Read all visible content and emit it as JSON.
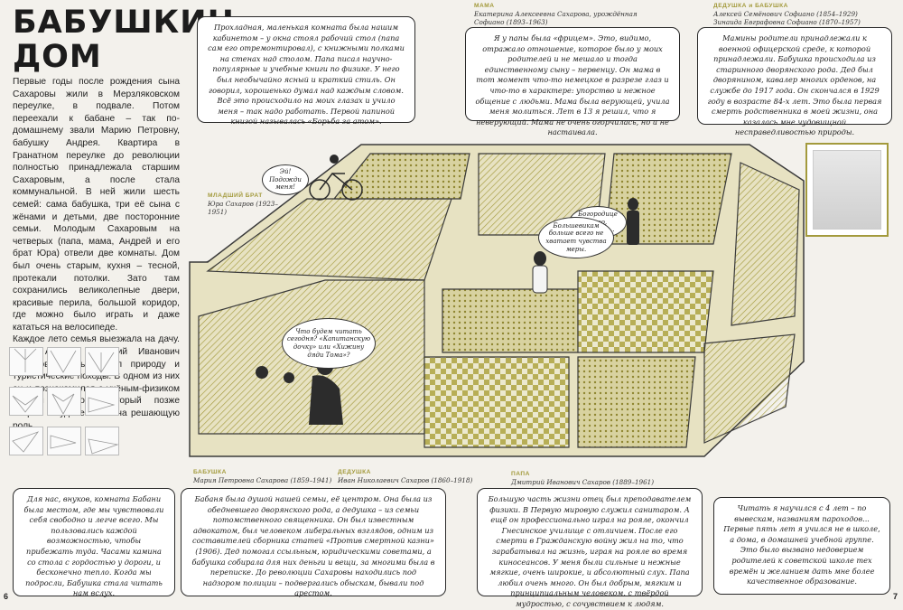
{
  "title": "БАБУШКИН ДОМ",
  "intro": [
    "Первые годы после рождения сына Сахаровы жили в Мерзляковском переулке, в подвале. Потом переехали к бабане – так по-домашнему звали Марию Петровну, бабушку Андрея. Квартира в Гранатном переулке до революции полностью принадлежала старшим Сахаровым, а после стала коммунальной. В ней жили шесть семей: сама бабушка, три её сына с жёнами и детьми, две посторонние семьи. Молодым Сахаровым на четверых (папа, мама, Андрей и его брат Юра) отвели две комнаты. Дом был очень старым, кухня – тесной, протекали потолки. Зато там сохранились великолепные двери, красивые перила, большой коридор, где можно было играть и даже кататься на велосипеде.",
    "Каждое лето семья выезжала на дачу. Отец Андрея, Дмитрий Иванович Сахаров, очень любил природу и туристические походы. В одном из них он и познакомился с учёным-физиком Игорем Таммом, который позже сыграл в судьбе его сына решающую роль."
  ],
  "top_boxes": {
    "room": "Прохладная, маленькая комната была нашим кабинетом – у окна стоял рабочий стол (папа сам его отремонтировал), с книжными полками на стенах над столом. Папа писал научно-популярные и учебные книги по физике. У него был необычайно ясный и краткий стиль. Он говорил, хорошенько думал над каждым словом. Всё это происходило на моих глазах и учило меня – так надо работать. Первой папиной книгой называлась «Борьба за атом».",
    "mama": "Я у папы была «фрицем». Это, видимо, отражало отношение, которое было у моих родителей и не мешало и тогда единственному сыну – первенцу. Он мама в тот момент что-то немецкое в разрезе глаз и что-то в характере: упорство и нежное общение с людьми. Мама была верующей, учила меня молиться. Лет в 13 я решил, что я неверующий. Мама не очень огорчилась, но и не настаивала.",
    "grand": "Мамины родители принадлежали к военной офицерской среде, к которой принадлежали. Бабушка происходила из старинного дворянского рода. Дед был дворянином, кавалер многих орденов, на службе до 1917 года. Он скончался в 1929 году в возрасте 84-х лет. Это была первая смерть родственника в моей жизни, она казалась мне чудовищной несправедливостью природы."
  },
  "labels": {
    "brother_tag": "МЛАДШИЙ БРАТ",
    "brother_name": "Юра Сахаров (1923–1951)",
    "mama_tag": "МАМА",
    "mama_name": "Екатерина Алексеевна Сахарова, урождённая Софиано (1893–1963)",
    "grand_tag": "ДЕДУШКА и БАБУШКА",
    "grand_name1": "Алексей Семёнович Софиано (1854–1929)",
    "grand_name2": "Зинаида Евграфовна Софиано (1870–1957)",
    "babushka_tag": "БАБУШКА",
    "babushka_name": "Мария Петровна Сахарова (1859–1941)",
    "dedushka_tag": "ДЕДУШКА",
    "dedushka_name": "Иван Николаевич Сахаров (1860–1918)",
    "papa_tag": "ПАПА",
    "papa_name": "Дмитрий Иванович Сахаров (1889–1961)"
  },
  "bubbles": {
    "bike": "Эй! Подожди меня!",
    "icon": "Богородице Дево, радуйся...",
    "bolshevik": "Большевикам больше всего не хватает чувства меры.",
    "reading": "Что будем читать сегодня? «Капитанскую дочку» или «Хижину дяди Тома»?"
  },
  "bottom_boxes": {
    "b1": "Для нас, внуков, комната Бабани была местом, где мы чувствовали себя свободно и легче всего. Мы пользовались каждой возможностью, чтобы прибежать туда. Часами камина со стола с гордостью у дороги, и бесконечно тепло. Когда мы подросли, Бабушка стала читать нам вслух.",
    "b2": "Бабаня была душой нашей семьи, её центром. Она была из обедневшего дворянского рода, а дедушка – из семьи потомственного священника. Он был известным адвокатом, был человеком либеральных взглядов, одним из составителей сборника статей «Против смертной казни» (1906). Дед помогал ссыльным, юридическими советами, а бабушка собирала для них деньги и вещи, за многими была в переписке. До революции Сахаровы находились под надзором полиции – подвергались обыскам, бывали под арестом.",
    "b3": "Большую часть жизни отец был преподавателем физики. В Первую мировую служил санитаром. А ещё он профессионально играл на рояле, окончил Гнесинское училище с отличием. После его смерти в Гражданскую войну жил на то, что зарабатывал на жизнь, играя на рояле во время киносеансов. У меня были сильные и нежные мягкие, очень широкие, и абсолютный слух. Папа любил очень много. Он был добрым, мягким и принципиальным человеком, с твёрдой мудростью, с сочувствием к людям.",
    "b4": "Читать я научился с 4 лет – по вывескам, названиям пароходов... Первые пять лет я учился не в школе, а дома, в домашней учебной группе. Это было вызвано недоверием родителей к советской школе тех времён и желанием дать мне более качественное образование."
  },
  "page_numbers": {
    "left": "6",
    "right": "7"
  },
  "colors": {
    "olive": "#a39a3c",
    "ink": "#2a2a2a",
    "paper": "#f3f1ec"
  }
}
